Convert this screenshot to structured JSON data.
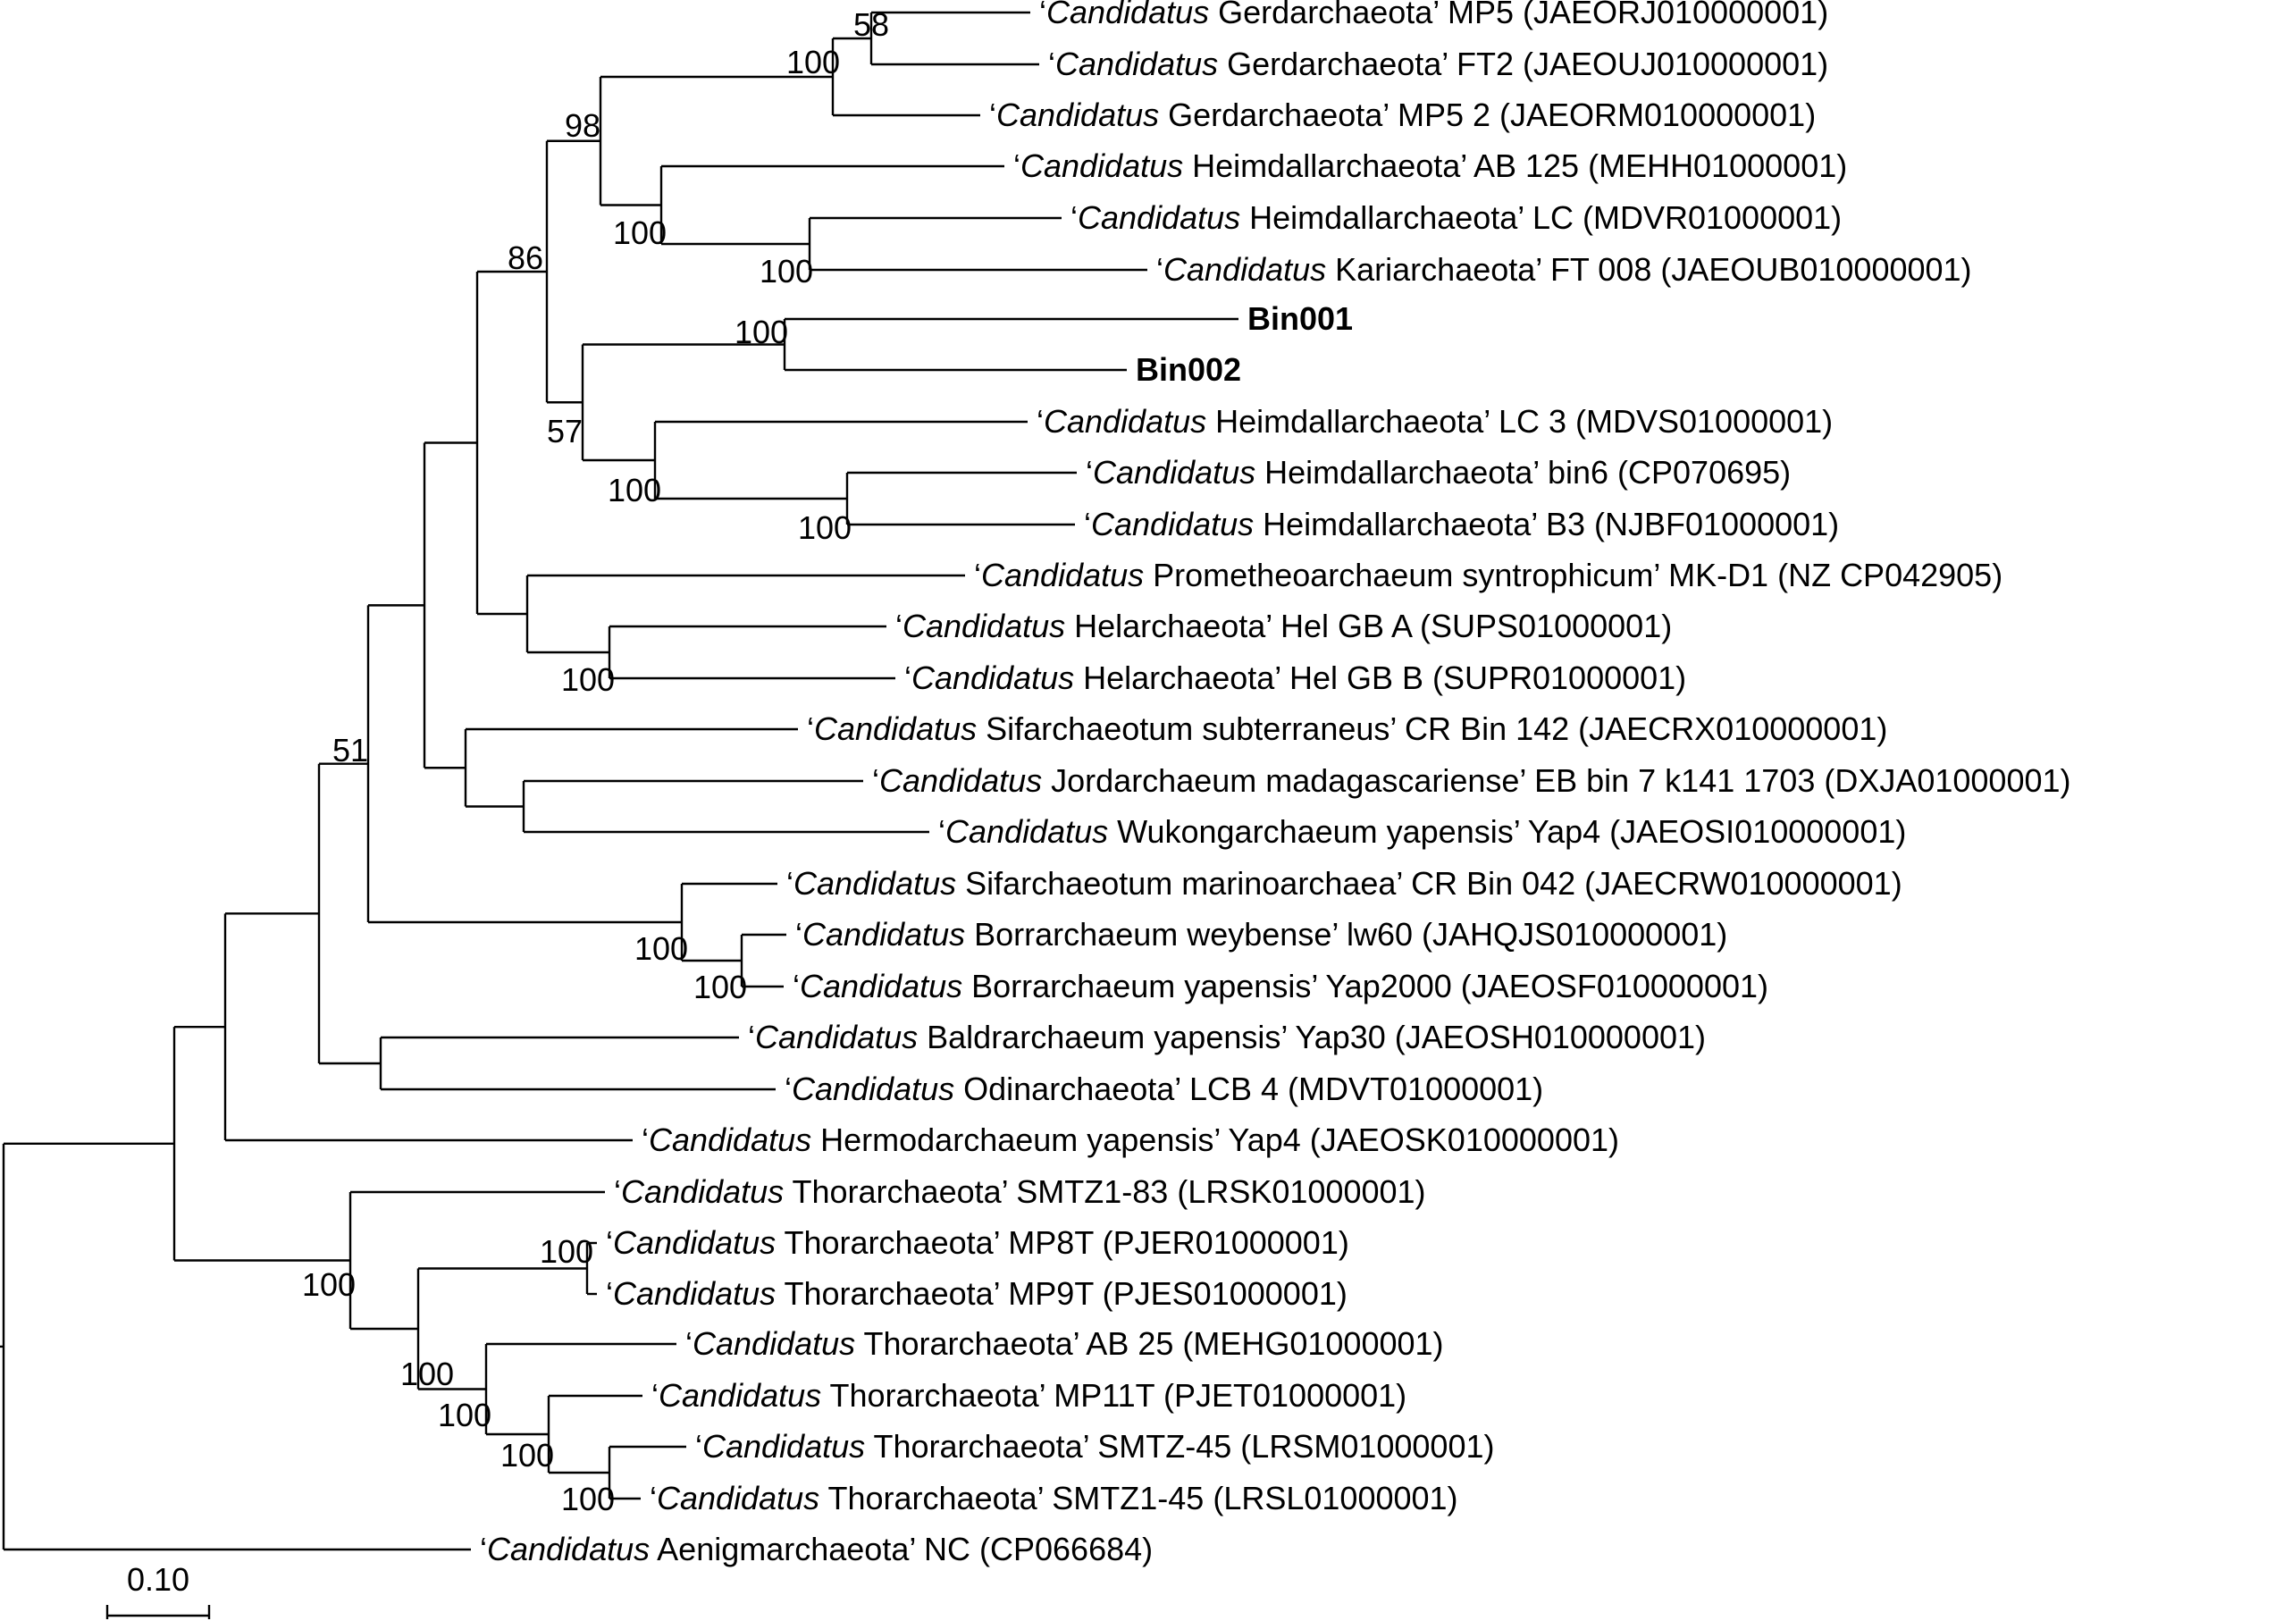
{
  "colors": {
    "line": "#000000",
    "text": "#000000",
    "highlight": "#e31a1c"
  },
  "scale_bar": {
    "label": "0.10",
    "length": 0.1
  },
  "leaves": [
    {
      "id": "L1",
      "pre": "‘",
      "genus": "Candidatus",
      "post": " Gerdarchaeota’ MP5 (JAEORJ010000001)"
    },
    {
      "id": "L2",
      "pre": "‘",
      "genus": "Candidatus",
      "post": " Gerdarchaeota’ FT2 (JAEOUJ010000001)"
    },
    {
      "id": "L3",
      "pre": "‘",
      "genus": "Candidatus",
      "post": " Gerdarchaeota’ MP5 2 (JAEORM010000001)"
    },
    {
      "id": "L4",
      "pre": "‘",
      "genus": "Candidatus",
      "post": " Heimdallarchaeota’ AB 125 (MEHH01000001)"
    },
    {
      "id": "L5",
      "pre": "‘",
      "genus": "Candidatus",
      "post": " Heimdallarchaeota’ LC (MDVR01000001)"
    },
    {
      "id": "L6",
      "pre": "‘",
      "genus": "Candidatus",
      "post": " Kariarchaeota’ FT 008 (JAEOUB010000001)"
    },
    {
      "id": "L7",
      "text": "Bin001",
      "highlight": true
    },
    {
      "id": "L8",
      "text": "Bin002",
      "highlight": true
    },
    {
      "id": "L9",
      "pre": "‘",
      "genus": "Candidatus",
      "post": " Heimdallarchaeota’ LC 3 (MDVS01000001)"
    },
    {
      "id": "L10",
      "pre": "‘",
      "genus": "Candidatus",
      "post": " Heimdallarchaeota’ bin6 (CP070695)"
    },
    {
      "id": "L11",
      "pre": "‘",
      "genus": "Candidatus",
      "post": " Heimdallarchaeota’ B3 (NJBF01000001)"
    },
    {
      "id": "L12",
      "pre": "‘",
      "genus": "Candidatus",
      "post": " Prometheoarchaeum syntrophicum’ MK-D1 (NZ CP042905)"
    },
    {
      "id": "L13",
      "pre": "‘",
      "genus": "Candidatus",
      "post": " Helarchaeota’ Hel GB A (SUPS01000001)"
    },
    {
      "id": "L14",
      "pre": "‘",
      "genus": "Candidatus",
      "post": " Helarchaeota’ Hel GB B (SUPR01000001)"
    },
    {
      "id": "L15",
      "pre": "‘",
      "genus": "Candidatus",
      "post": " Sifarchaeotum subterraneus’ CR Bin 142 (JAECRX010000001)"
    },
    {
      "id": "L16",
      "pre": "‘",
      "genus": "Candidatus",
      "post": " Jordarchaeum madagascariense’ EB bin 7 k141 1703 (DXJA01000001)"
    },
    {
      "id": "L17",
      "pre": "‘",
      "genus": "Candidatus",
      "post": " Wukongarchaeum yapensis’ Yap4 (JAEOSI010000001)"
    },
    {
      "id": "L18",
      "pre": "‘",
      "genus": "Candidatus",
      "post": " Sifarchaeotum marinoarchaea’ CR Bin 042 (JAECRW010000001)"
    },
    {
      "id": "L19",
      "pre": "‘",
      "genus": "Candidatus",
      "post": " Borrarchaeum weybense’ lw60 (JAHQJS010000001)"
    },
    {
      "id": "L20",
      "pre": "‘",
      "genus": "Candidatus",
      "post": " Borrarchaeum yapensis’ Yap2000 (JAEOSF010000001)"
    },
    {
      "id": "L21",
      "pre": "‘",
      "genus": "Candidatus",
      "post": " Baldrarchaeum yapensis’ Yap30 (JAEOSH010000001)"
    },
    {
      "id": "L22",
      "pre": "‘",
      "genus": "Candidatus",
      "post": " Odinarchaeota’ LCB 4 (MDVT01000001)"
    },
    {
      "id": "L23",
      "pre": "‘",
      "genus": "Candidatus",
      "post": " Hermodarchaeum yapensis’ Yap4 (JAEOSK010000001)"
    },
    {
      "id": "L24",
      "pre": "‘",
      "genus": "Candidatus",
      "post": " Thorarchaeota’ SMTZ1-83 (LRSK01000001)"
    },
    {
      "id": "L25",
      "pre": "‘",
      "genus": "Candidatus",
      "post": " Thorarchaeota’ MP8T (PJER01000001)"
    },
    {
      "id": "L26",
      "pre": "‘",
      "genus": "Candidatus",
      "post": " Thorarchaeota’ MP9T (PJES01000001)"
    },
    {
      "id": "L27",
      "pre": "‘",
      "genus": "Candidatus",
      "post": " Thorarchaeota’ AB 25 (MEHG01000001)"
    },
    {
      "id": "L28",
      "pre": "‘",
      "genus": "Candidatus",
      "post": " Thorarchaeota’ MP11T (PJET01000001)"
    },
    {
      "id": "L29",
      "pre": "‘",
      "genus": "Candidatus",
      "post": " Thorarchaeota’ SMTZ-45 (LRSM01000001)"
    },
    {
      "id": "L30",
      "pre": "‘",
      "genus": "Candidatus",
      "post": " Thorarchaeota’ SMTZ1-45 (LRSL01000001)"
    },
    {
      "id": "L31",
      "pre": "‘",
      "genus": "Candidatus",
      "post": " Aenigmarchaeota’ NC (CP066684)"
    }
  ],
  "support_values": [
    {
      "node": "N12",
      "value": "58"
    },
    {
      "node": "N123",
      "value": "100"
    },
    {
      "node": "GH",
      "value": "98"
    },
    {
      "node": "N456",
      "value": "100"
    },
    {
      "node": "N56",
      "value": "100"
    },
    {
      "node": "N78",
      "value": "100"
    },
    {
      "node": "H",
      "value": "57"
    },
    {
      "node": "N911",
      "value": "100"
    },
    {
      "node": "N1011",
      "value": "100"
    },
    {
      "node": "GHH",
      "value": "86"
    },
    {
      "node": "N1314",
      "value": "100"
    },
    {
      "node": "N1820",
      "value": "100"
    },
    {
      "node": "N1920",
      "value": "100"
    },
    {
      "node": "N51",
      "value": "51"
    },
    {
      "node": "N2930",
      "value": "100"
    },
    {
      "node": "N2830",
      "value": "100"
    },
    {
      "node": "N2730",
      "value": "100"
    },
    {
      "node": "N2530",
      "value": "100"
    },
    {
      "node": "N2530b",
      "value": "100"
    },
    {
      "node": "N2526",
      "value": "100"
    }
  ]
}
